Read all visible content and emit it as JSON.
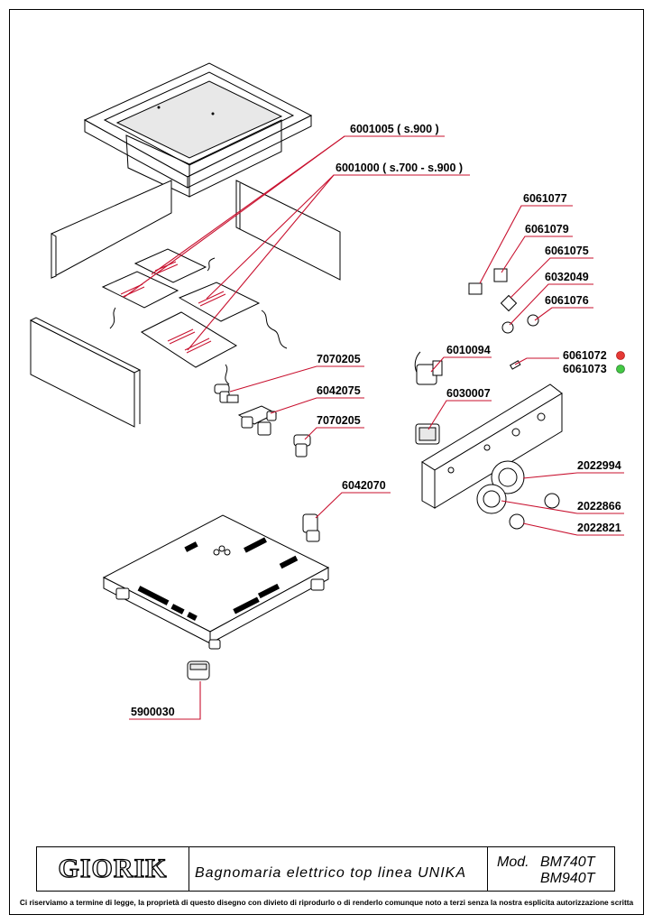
{
  "parts": {
    "p6001005": "6001005 ( s.900 )",
    "p6001000": "6001000 ( s.700 - s.900 )",
    "p6061077": "6061077",
    "p6061079": "6061079",
    "p6061075": "6061075",
    "p6032049": "6032049",
    "p6061076": "6061076",
    "p6010094": "6010094",
    "p6061072": "6061072",
    "p6061073": "6061073",
    "p7070205a": "7070205",
    "p6042075": "6042075",
    "p7070205b": "7070205",
    "p6030007": "6030007",
    "p2022994": "2022994",
    "p6042070": "6042070",
    "p2022866": "2022866",
    "p2022821": "2022821",
    "p5900030": "5900030"
  },
  "indicator_colors": {
    "red": "#e53935",
    "green": "#43c943"
  },
  "title_block": {
    "logo": "GIORIK",
    "description": "Bagnomaria elettrico top linea UNIKA",
    "model_prefix": "Mod.",
    "model_1": "BM740T",
    "model_2": "BM940T"
  },
  "footer_note": "Ci riserviamo a termine di legge, la proprietà di questo disegno con divieto di riprodurlo o di renderlo comunque noto a terzi senza la nostra esplicita autorizzazione scritta"
}
